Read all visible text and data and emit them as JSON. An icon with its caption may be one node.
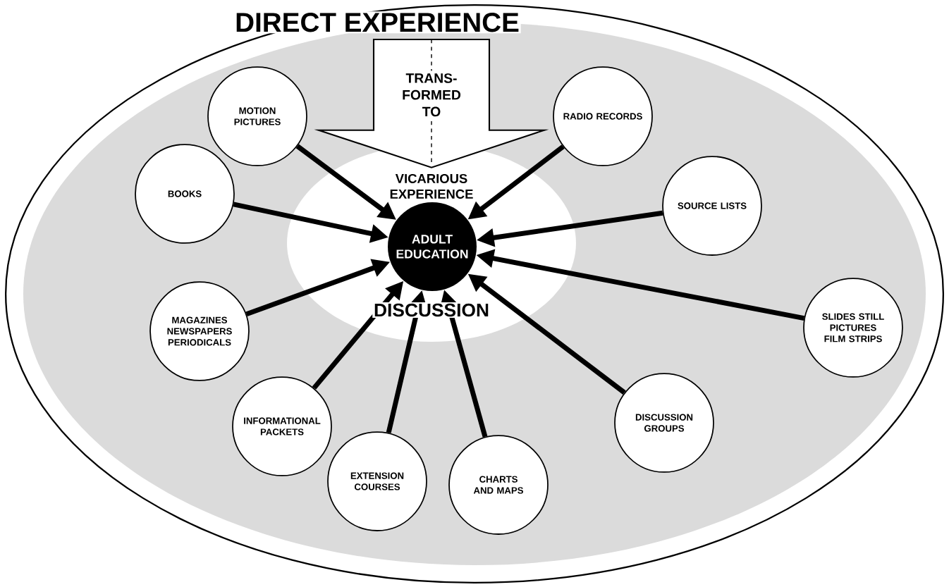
{
  "diagram": {
    "nodes": [
      {
        "text": [
          "DIRECT EXPERIENCE"
        ]
      },
      {
        "text": [
          "VICARIOUS EXPERIENCE"
        ],
        "in": 0
      },
      {
        "text": [
          "ADULT EDUCATION"
        ],
        "in": 1
      },
      {
        "text": [
          "MOTION PICTURES"
        ],
        "in": 0
      },
      {
        "text": [
          "RADIO RECORDS"
        ],
        "in": 0
      },
      {
        "text": [
          "BOOKS"
        ],
        "in": 0
      },
      {
        "text": [
          "SOURCE LISTS"
        ],
        "in": 0
      },
      {
        "text": [
          "MAGAZINES NEWSPAPERS PERIODICALS"
        ],
        "in": 0
      },
      {
        "text": [
          "SLIDES STILL PICTURES FILM STRIPS"
        ],
        "in": 0
      },
      {
        "text": [
          "INFORMATIONAL PACKETS"
        ],
        "in": 0
      },
      {
        "text": [
          "DISCUSSION GROUPS"
        ],
        "in": 0
      },
      {
        "text": [
          "EXTENSION COURSES"
        ],
        "in": 0
      },
      {
        "text": [
          "CHARTS AND MAPS"
        ],
        "in": 0
      }
    ],
    "edges": [
      {
        "from": 0,
        "to": 1,
        "arrow": "to",
        "label": "TRANS- FORMED TO",
        "style": "thick"
      },
      {
        "from": 3,
        "to": 2,
        "arrow": "to"
      },
      {
        "from": 4,
        "to": 2,
        "arrow": "to"
      },
      {
        "from": 5,
        "to": 2,
        "arrow": "to"
      },
      {
        "from": 6,
        "to": 2,
        "arrow": "to"
      },
      {
        "from": 7,
        "to": 2,
        "arrow": "to"
      },
      {
        "from": 8,
        "to": 2,
        "arrow": "to"
      },
      {
        "from": 9,
        "to": 2,
        "arrow": "to"
      },
      {
        "from": 10,
        "to": 2,
        "arrow": "to"
      },
      {
        "from": 11,
        "to": 2,
        "arrow": "to"
      },
      {
        "from": 12,
        "to": 2,
        "arrow": "to"
      }
    ],
    "labels": [
      "DISCUSSION"
    ]
  }
}
